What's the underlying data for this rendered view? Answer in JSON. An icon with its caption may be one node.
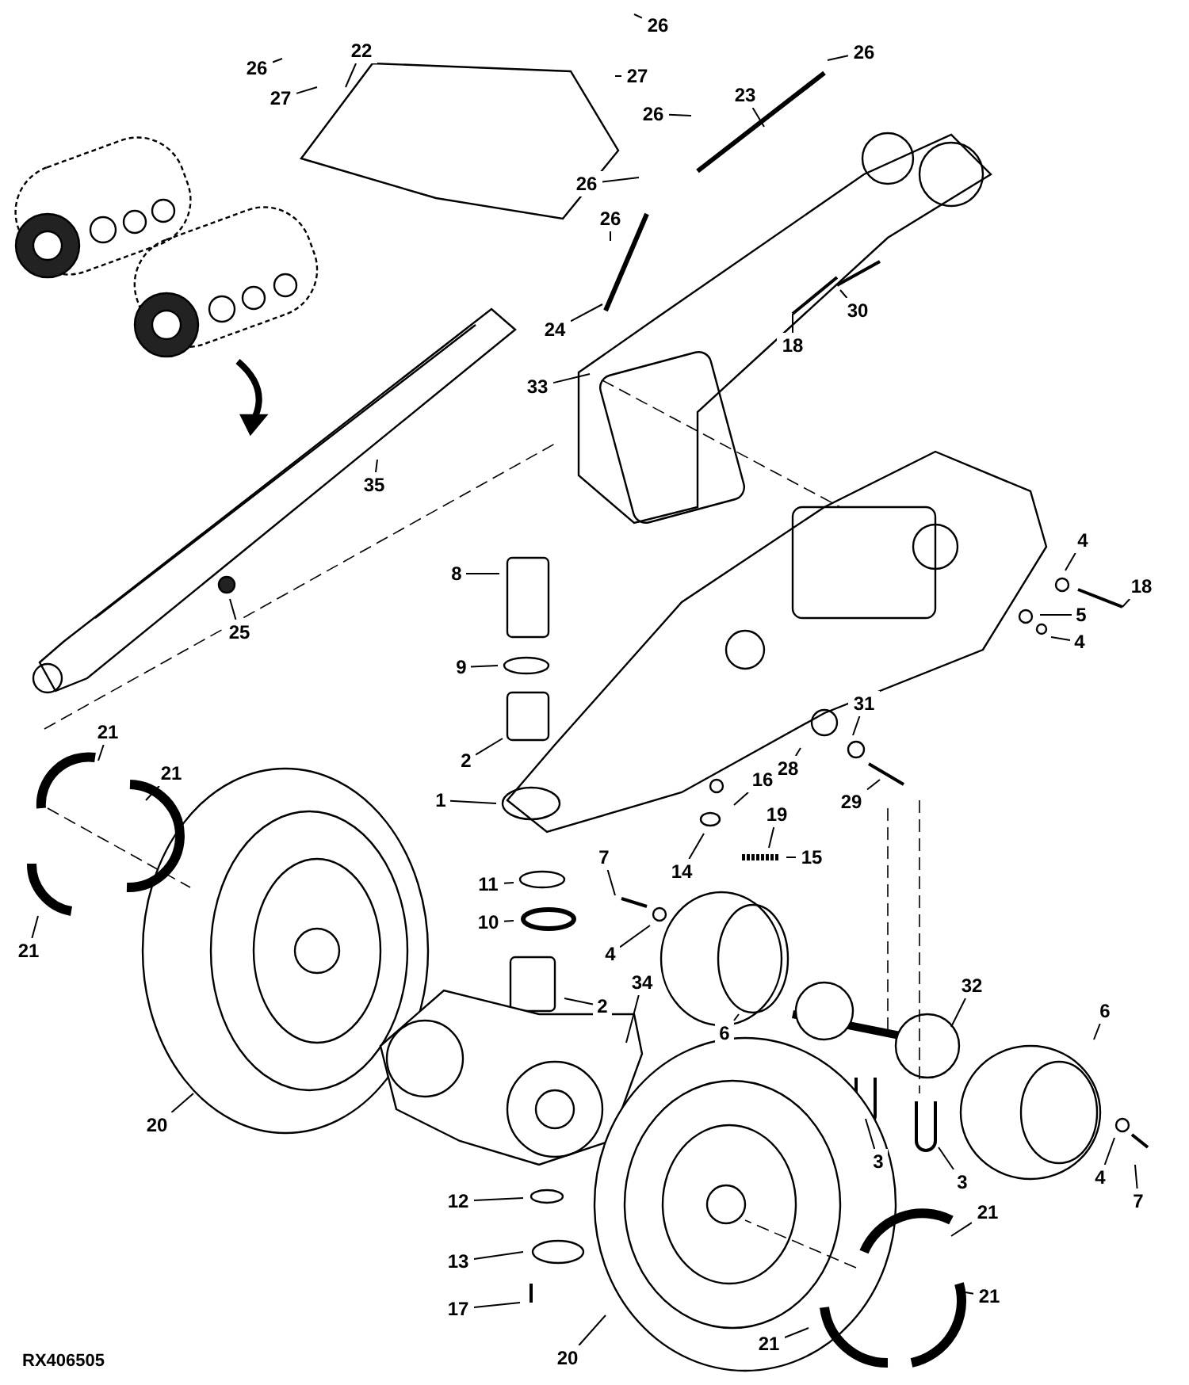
{
  "diagram": {
    "nodes": [
      {
        "text": [
          "26"
        ]
      },
      {
        "text": [
          "22"
        ]
      },
      {
        "text": [
          "26"
        ]
      },
      {
        "text": [
          "26"
        ]
      },
      {
        "text": [
          "27"
        ]
      },
      {
        "text": [
          "23"
        ]
      },
      {
        "text": [
          "27"
        ]
      },
      {
        "text": [
          "26"
        ]
      },
      {
        "text": [
          "26"
        ]
      },
      {
        "text": [
          "26"
        ]
      },
      {
        "text": [
          "30"
        ]
      },
      {
        "text": [
          "24"
        ]
      },
      {
        "text": [
          "18"
        ]
      },
      {
        "text": [
          "33"
        ]
      },
      {
        "text": [
          "35"
        ]
      },
      {
        "text": [
          "4"
        ]
      },
      {
        "text": [
          "8"
        ]
      },
      {
        "text": [
          "18"
        ]
      },
      {
        "text": [
          "5"
        ]
      },
      {
        "text": [
          "25"
        ]
      },
      {
        "text": [
          "4"
        ]
      },
      {
        "text": [
          "9"
        ]
      },
      {
        "text": [
          "31"
        ]
      },
      {
        "text": [
          "21"
        ]
      },
      {
        "text": [
          "2"
        ]
      },
      {
        "text": [
          "28"
        ]
      },
      {
        "text": [
          "21"
        ]
      },
      {
        "text": [
          "16"
        ]
      },
      {
        "text": [
          "1"
        ]
      },
      {
        "text": [
          "29"
        ]
      },
      {
        "text": [
          "19"
        ]
      },
      {
        "text": [
          "15"
        ]
      },
      {
        "text": [
          "7"
        ]
      },
      {
        "text": [
          "14"
        ]
      },
      {
        "text": [
          "11"
        ]
      },
      {
        "text": [
          "10"
        ]
      },
      {
        "text": [
          "21"
        ]
      },
      {
        "text": [
          "4"
        ]
      },
      {
        "text": [
          "32"
        ]
      },
      {
        "text": [
          "34"
        ]
      },
      {
        "text": [
          "2"
        ]
      },
      {
        "text": [
          "6"
        ]
      },
      {
        "text": [
          "6"
        ]
      },
      {
        "text": [
          "20"
        ]
      },
      {
        "text": [
          "3"
        ]
      },
      {
        "text": [
          "4"
        ]
      },
      {
        "text": [
          "3"
        ]
      },
      {
        "text": [
          "12"
        ]
      },
      {
        "text": [
          "7"
        ]
      },
      {
        "text": [
          "21"
        ]
      },
      {
        "text": [
          "13"
        ]
      },
      {
        "text": [
          "21"
        ]
      },
      {
        "text": [
          "17"
        ]
      },
      {
        "text": [
          "21"
        ]
      },
      {
        "text": [
          "20"
        ]
      }
    ],
    "edges": [
      {
        "from": 0,
        "to": null,
        "arrow": "none"
      },
      {
        "from": 1,
        "to": null,
        "arrow": "none"
      },
      {
        "from": 2,
        "to": null,
        "arrow": "none"
      },
      {
        "from": 3,
        "to": null,
        "arrow": "none"
      },
      {
        "from": 4,
        "to": null,
        "arrow": "none"
      },
      {
        "from": 5,
        "to": null,
        "arrow": "none"
      },
      {
        "from": 6,
        "to": null,
        "arrow": "none"
      },
      {
        "from": 7,
        "to": null,
        "arrow": "none"
      },
      {
        "from": 8,
        "to": null,
        "arrow": "none"
      },
      {
        "from": 9,
        "to": null,
        "arrow": "none"
      },
      {
        "from": 10,
        "to": null,
        "arrow": "none"
      },
      {
        "from": 11,
        "to": null,
        "arrow": "none"
      },
      {
        "from": 12,
        "to": null,
        "arrow": "none"
      },
      {
        "from": 13,
        "to": null,
        "arrow": "none"
      },
      {
        "from": 14,
        "to": null,
        "arrow": "none"
      },
      {
        "from": 15,
        "to": null,
        "arrow": "none"
      },
      {
        "from": 16,
        "to": null,
        "arrow": "none"
      },
      {
        "from": 17,
        "to": null,
        "arrow": "none"
      },
      {
        "from": 18,
        "to": null,
        "arrow": "none"
      },
      {
        "from": 19,
        "to": null,
        "arrow": "none"
      },
      {
        "from": 20,
        "to": null,
        "arrow": "none"
      },
      {
        "from": 21,
        "to": null,
        "arrow": "none"
      },
      {
        "from": 22,
        "to": null,
        "arrow": "none"
      },
      {
        "from": 23,
        "to": null,
        "arrow": "none"
      },
      {
        "from": 24,
        "to": null,
        "arrow": "none"
      },
      {
        "from": 25,
        "to": null,
        "arrow": "none"
      },
      {
        "from": 26,
        "to": null,
        "arrow": "none"
      },
      {
        "from": 27,
        "to": null,
        "arrow": "none"
      },
      {
        "from": 28,
        "to": null,
        "arrow": "none"
      },
      {
        "from": 29,
        "to": null,
        "arrow": "none"
      },
      {
        "from": 30,
        "to": null,
        "arrow": "none"
      },
      {
        "from": 31,
        "to": null,
        "arrow": "none"
      },
      {
        "from": 32,
        "to": null,
        "arrow": "none"
      },
      {
        "from": 33,
        "to": null,
        "arrow": "none"
      },
      {
        "from": 34,
        "to": null,
        "arrow": "none"
      },
      {
        "from": 35,
        "to": null,
        "arrow": "none"
      },
      {
        "from": 36,
        "to": null,
        "arrow": "none"
      },
      {
        "from": 37,
        "to": null,
        "arrow": "none"
      },
      {
        "from": 38,
        "to": null,
        "arrow": "none"
      },
      {
        "from": 39,
        "to": null,
        "arrow": "none"
      },
      {
        "from": 40,
        "to": null,
        "arrow": "none"
      },
      {
        "from": 41,
        "to": null,
        "arrow": "none"
      },
      {
        "from": 42,
        "to": null,
        "arrow": "none"
      },
      {
        "from": 43,
        "to": null,
        "arrow": "none"
      },
      {
        "from": 44,
        "to": null,
        "arrow": "none"
      },
      {
        "from": 45,
        "to": null,
        "arrow": "none"
      },
      {
        "from": 46,
        "to": null,
        "arrow": "none"
      },
      {
        "from": 47,
        "to": null,
        "arrow": "none"
      },
      {
        "from": 48,
        "to": null,
        "arrow": "none"
      },
      {
        "from": 49,
        "to": null,
        "arrow": "none"
      },
      {
        "from": 50,
        "to": null,
        "arrow": "none"
      },
      {
        "from": 51,
        "to": null,
        "arrow": "none"
      },
      {
        "from": 52,
        "to": null,
        "arrow": "none"
      },
      {
        "from": 53,
        "to": null,
        "arrow": "none"
      },
      {
        "from": 54,
        "to": null,
        "arrow": "none"
      }
    ],
    "labels": [
      "RX406505"
    ]
  }
}
